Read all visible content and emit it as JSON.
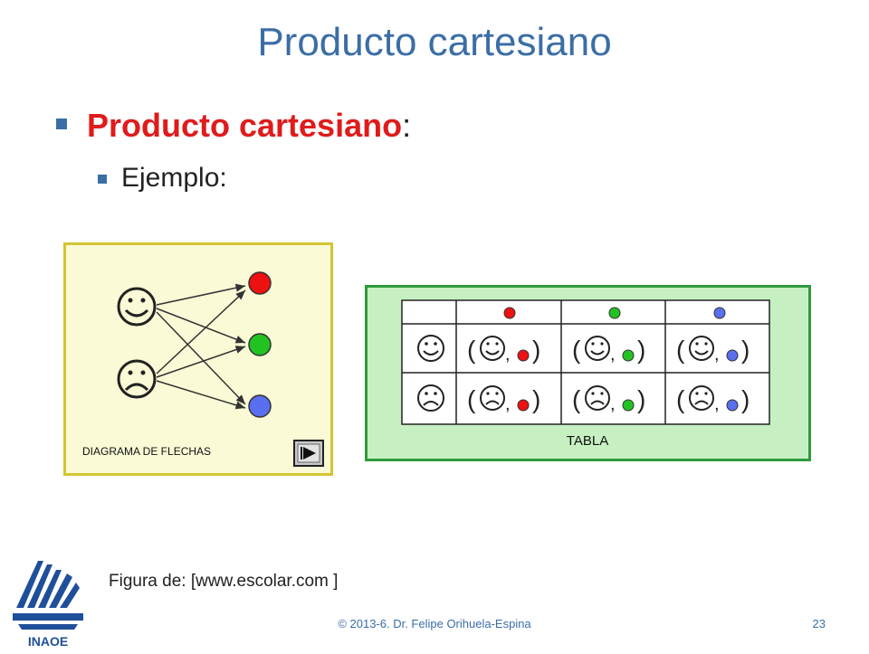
{
  "slide": {
    "title": "Producto cartesiano",
    "bullet1_label": "Producto cartesiano",
    "bullet1_colon": ":",
    "bullet2_label": "Ejemplo:",
    "caption": "Figura de: [www.escolar.com ]",
    "footer": "© 2013-6. Dr. Felipe Orihuela-Espina",
    "page_number": "23"
  },
  "diagram": {
    "label": "DIAGRAMA  DE FLECHAS",
    "source_set": [
      "happy-face",
      "sad-face"
    ],
    "target_set": [
      "red",
      "green",
      "blue"
    ],
    "arrows_complete": true,
    "play_icon": "play-icon"
  },
  "table": {
    "label": "TABLA",
    "column_headers": [
      "red",
      "green",
      "blue"
    ],
    "row_headers": [
      "happy-face",
      "sad-face"
    ],
    "pair_left": "(",
    "pair_sep": ",",
    "pair_right": ")"
  },
  "colors": {
    "title": "#3b6ea5",
    "accent": "#e01b1b",
    "red_dot": "#ee1111",
    "green_dot": "#22c222",
    "blue_dot": "#5a6ef0",
    "diagram_bg": "#fafad6",
    "table_bg": "#c6f0c2"
  },
  "logo": {
    "text": "INAOE"
  }
}
